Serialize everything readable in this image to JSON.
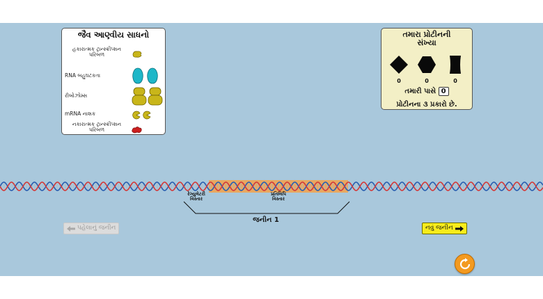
{
  "toolbox": {
    "title": "જૈવ આણ્વીય સાધનો",
    "items": [
      {
        "label": "હકારાત્મક ટ્રાન્સ્ક્રીપ્શન\nપરિબળ",
        "icon": "positive-transcription-factor-icon",
        "count": 1,
        "color": "#c9b61a"
      },
      {
        "label": "RNA બહુઘટકતા",
        "icon": "rna-polymerase-icon",
        "count": 2,
        "color": "#1eb7c8"
      },
      {
        "label": "રીબોઝોમ્સ",
        "icon": "ribosome-icon",
        "count": 2,
        "color": "#c9b61a"
      },
      {
        "label": "mRNA નાશક",
        "icon": "mrna-destroyer-icon",
        "count": 2,
        "color": "#c9b61a"
      },
      {
        "label": "નકારાત્મક ટ્રાન્સ્ક્રીપ્શન\nપરિબળ",
        "icon": "negative-transcription-factor-icon",
        "count": 1,
        "color": "#cc1f1f"
      }
    ]
  },
  "counter": {
    "title": "તમારા પ્રોટીનની\nસંખ્યા",
    "proteins": [
      {
        "shape": "diamond-protein-icon",
        "count": "0"
      },
      {
        "shape": "hexagon-protein-icon",
        "count": "0"
      },
      {
        "shape": "barrel-protein-icon",
        "count": "0"
      }
    ],
    "have_label": "તમારી પાસે",
    "have_value": "0",
    "types_label": "પ્રોટીનના ૩ પ્રકારો છે."
  },
  "gene": {
    "regulatory_label": "રેગ્યુલેટરી\nવિસ્તાર",
    "transcribed_label": "પ્રતિલિપિ\nવિસ્તાર",
    "gene_label": "જનીન 1"
  },
  "nav": {
    "prev_label": "પહેલાનું જનીન",
    "next_label": "નવું જનીન"
  },
  "colors": {
    "background": "#a9c8dc",
    "strand_red": "#d23a3a",
    "strand_blue": "#2a5fb0",
    "highlight": "#f5a24a",
    "next_button": "#f7ec1b",
    "reset_button": "#f39a20"
  }
}
